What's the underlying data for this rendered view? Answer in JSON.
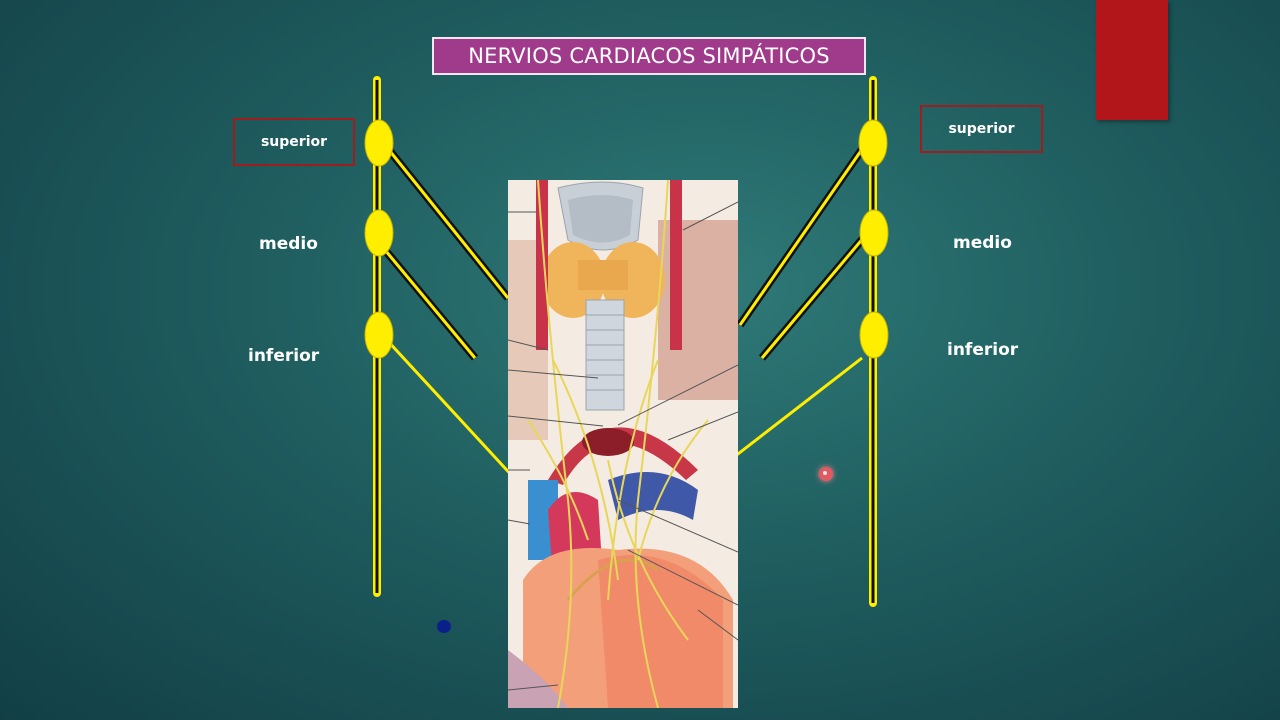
{
  "title": "NERVIOS CARDIACOS SIMPÁTICOS",
  "left_chain": {
    "superior": "superior",
    "medio": "medio",
    "inferior": "inferior"
  },
  "right_chain": {
    "superior": "superior",
    "medio": "medio",
    "inferior": "inferior"
  },
  "colors": {
    "title_bg": "#a03b8c",
    "ganglion_yellow": "#ffee00",
    "trunk_black": "#111111",
    "label_border": "#a01d1d",
    "accent_red": "#b3161a"
  }
}
